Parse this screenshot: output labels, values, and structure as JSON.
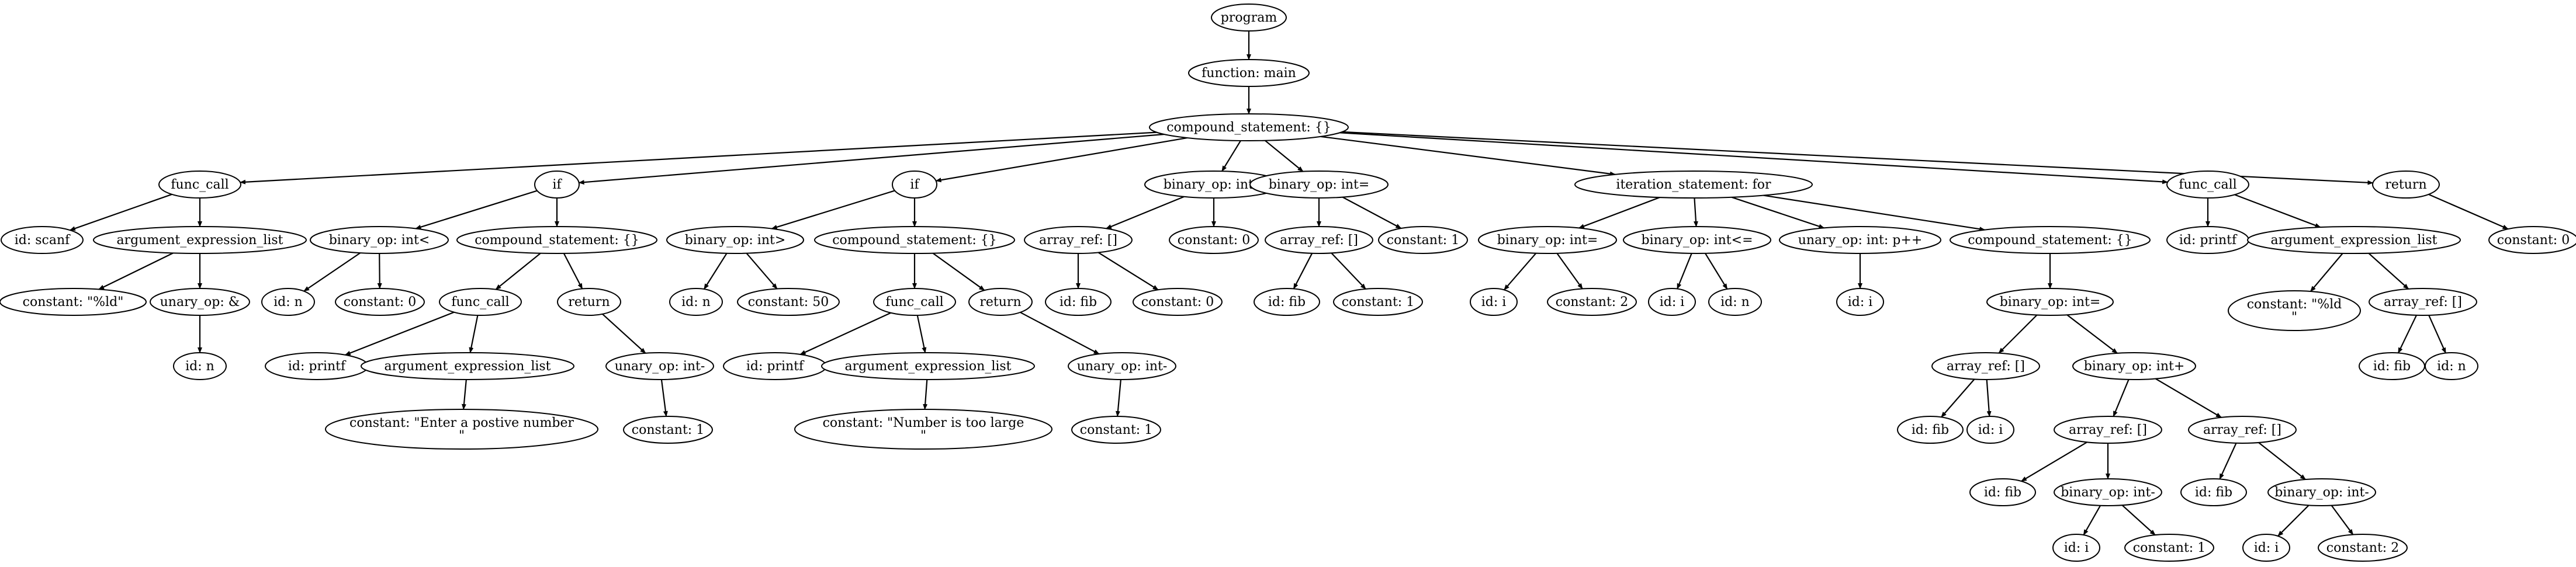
{
  "tree": {
    "nodes": [
      {
        "id": "n0",
        "label": "program"
      },
      {
        "id": "n1",
        "label": "function: main"
      },
      {
        "id": "n2",
        "label": "compound_statement: {}"
      },
      {
        "id": "n3",
        "label": "func_call"
      },
      {
        "id": "n4",
        "label": "if"
      },
      {
        "id": "n5",
        "label": "if"
      },
      {
        "id": "n6",
        "label": "binary_op: int="
      },
      {
        "id": "n7",
        "label": "binary_op: int="
      },
      {
        "id": "n8",
        "label": "iteration_statement: for"
      },
      {
        "id": "n9",
        "label": "func_call"
      },
      {
        "id": "n10",
        "label": "return"
      },
      {
        "id": "n11",
        "label": "id: scanf"
      },
      {
        "id": "n12",
        "label": "argument_expression_list"
      },
      {
        "id": "n13",
        "label": "binary_op: int<"
      },
      {
        "id": "n14",
        "label": "compound_statement: {}"
      },
      {
        "id": "n15",
        "label": "binary_op: int>"
      },
      {
        "id": "n16",
        "label": "compound_statement: {}"
      },
      {
        "id": "n17",
        "label": "array_ref: []"
      },
      {
        "id": "n18",
        "label": "constant: 0"
      },
      {
        "id": "n19",
        "label": "array_ref: []"
      },
      {
        "id": "n20",
        "label": "constant: 1"
      },
      {
        "id": "n21",
        "label": "binary_op: int="
      },
      {
        "id": "n22",
        "label": "binary_op: int<="
      },
      {
        "id": "n23",
        "label": "unary_op: int: p++"
      },
      {
        "id": "n24",
        "label": "compound_statement: {}"
      },
      {
        "id": "n25",
        "label": "id: printf"
      },
      {
        "id": "n26",
        "label": "argument_expression_list"
      },
      {
        "id": "n27",
        "label": "constant: 0"
      },
      {
        "id": "n28",
        "label": "constant: \"%ld\""
      },
      {
        "id": "n29",
        "label": "unary_op: &"
      },
      {
        "id": "n30",
        "label": "id: n"
      },
      {
        "id": "n31",
        "label": "constant: 0"
      },
      {
        "id": "n32",
        "label": "func_call"
      },
      {
        "id": "n33",
        "label": "return"
      },
      {
        "id": "n34",
        "label": "id: n"
      },
      {
        "id": "n35",
        "label": "constant: 50"
      },
      {
        "id": "n36",
        "label": "func_call"
      },
      {
        "id": "n37",
        "label": "return"
      },
      {
        "id": "n38",
        "label": "id: fib"
      },
      {
        "id": "n39",
        "label": "constant: 0"
      },
      {
        "id": "n40",
        "label": "id: fib"
      },
      {
        "id": "n41",
        "label": "constant: 1"
      },
      {
        "id": "n42",
        "label": "id: i"
      },
      {
        "id": "n43",
        "label": "constant: 2"
      },
      {
        "id": "n44",
        "label": "id: i"
      },
      {
        "id": "n45",
        "label": "id: n"
      },
      {
        "id": "n46",
        "label": "id: i"
      },
      {
        "id": "n47",
        "label": "binary_op: int="
      },
      {
        "id": "n48",
        "label": "constant: \"%ld\n\""
      },
      {
        "id": "n49",
        "label": "array_ref: []"
      },
      {
        "id": "n50",
        "label": "id: n"
      },
      {
        "id": "n51",
        "label": "id: printf"
      },
      {
        "id": "n52",
        "label": "argument_expression_list"
      },
      {
        "id": "n53",
        "label": "unary_op: int-"
      },
      {
        "id": "n54",
        "label": "id: printf"
      },
      {
        "id": "n55",
        "label": "argument_expression_list"
      },
      {
        "id": "n56",
        "label": "unary_op: int-"
      },
      {
        "id": "n57",
        "label": "array_ref: []"
      },
      {
        "id": "n58",
        "label": "binary_op: int+"
      },
      {
        "id": "n59",
        "label": "id: fib"
      },
      {
        "id": "n60",
        "label": "id: n"
      },
      {
        "id": "n61",
        "label": "constant: \"Enter a postive number\n\""
      },
      {
        "id": "n62",
        "label": "constant: 1"
      },
      {
        "id": "n63",
        "label": "constant: \"Number is too large\n\""
      },
      {
        "id": "n64",
        "label": "constant: 1"
      },
      {
        "id": "n65",
        "label": "id: fib"
      },
      {
        "id": "n66",
        "label": "id: i"
      },
      {
        "id": "n67",
        "label": "array_ref: []"
      },
      {
        "id": "n68",
        "label": "array_ref: []"
      },
      {
        "id": "n69",
        "label": "id: fib"
      },
      {
        "id": "n70",
        "label": "binary_op: int-"
      },
      {
        "id": "n71",
        "label": "id: fib"
      },
      {
        "id": "n72",
        "label": "binary_op: int-"
      },
      {
        "id": "n73",
        "label": "id: i"
      },
      {
        "id": "n74",
        "label": "constant: 1"
      },
      {
        "id": "n75",
        "label": "id: i"
      },
      {
        "id": "n76",
        "label": "constant: 2"
      }
    ],
    "edges": [
      [
        "n0",
        "n1"
      ],
      [
        "n1",
        "n2"
      ],
      [
        "n2",
        "n3"
      ],
      [
        "n2",
        "n4"
      ],
      [
        "n2",
        "n5"
      ],
      [
        "n2",
        "n6"
      ],
      [
        "n2",
        "n7"
      ],
      [
        "n2",
        "n8"
      ],
      [
        "n2",
        "n9"
      ],
      [
        "n2",
        "n10"
      ],
      [
        "n3",
        "n11"
      ],
      [
        "n3",
        "n12"
      ],
      [
        "n4",
        "n13"
      ],
      [
        "n4",
        "n14"
      ],
      [
        "n5",
        "n15"
      ],
      [
        "n5",
        "n16"
      ],
      [
        "n6",
        "n17"
      ],
      [
        "n6",
        "n18"
      ],
      [
        "n7",
        "n19"
      ],
      [
        "n7",
        "n20"
      ],
      [
        "n8",
        "n21"
      ],
      [
        "n8",
        "n22"
      ],
      [
        "n8",
        "n23"
      ],
      [
        "n8",
        "n24"
      ],
      [
        "n9",
        "n25"
      ],
      [
        "n9",
        "n26"
      ],
      [
        "n10",
        "n27"
      ],
      [
        "n12",
        "n28"
      ],
      [
        "n12",
        "n29"
      ],
      [
        "n13",
        "n30"
      ],
      [
        "n13",
        "n31"
      ],
      [
        "n14",
        "n32"
      ],
      [
        "n14",
        "n33"
      ],
      [
        "n15",
        "n34"
      ],
      [
        "n15",
        "n35"
      ],
      [
        "n16",
        "n36"
      ],
      [
        "n16",
        "n37"
      ],
      [
        "n17",
        "n38"
      ],
      [
        "n17",
        "n39"
      ],
      [
        "n19",
        "n40"
      ],
      [
        "n19",
        "n41"
      ],
      [
        "n21",
        "n42"
      ],
      [
        "n21",
        "n43"
      ],
      [
        "n22",
        "n44"
      ],
      [
        "n22",
        "n45"
      ],
      [
        "n23",
        "n46"
      ],
      [
        "n24",
        "n47"
      ],
      [
        "n26",
        "n48"
      ],
      [
        "n26",
        "n49"
      ],
      [
        "n29",
        "n50"
      ],
      [
        "n32",
        "n51"
      ],
      [
        "n32",
        "n52"
      ],
      [
        "n33",
        "n53"
      ],
      [
        "n36",
        "n54"
      ],
      [
        "n36",
        "n55"
      ],
      [
        "n37",
        "n56"
      ],
      [
        "n47",
        "n57"
      ],
      [
        "n47",
        "n58"
      ],
      [
        "n49",
        "n59"
      ],
      [
        "n49",
        "n60"
      ],
      [
        "n52",
        "n61"
      ],
      [
        "n53",
        "n62"
      ],
      [
        "n55",
        "n63"
      ],
      [
        "n56",
        "n64"
      ],
      [
        "n57",
        "n65"
      ],
      [
        "n57",
        "n66"
      ],
      [
        "n58",
        "n67"
      ],
      [
        "n58",
        "n68"
      ],
      [
        "n67",
        "n69"
      ],
      [
        "n67",
        "n70"
      ],
      [
        "n68",
        "n71"
      ],
      [
        "n68",
        "n72"
      ],
      [
        "n70",
        "n73"
      ],
      [
        "n70",
        "n74"
      ],
      [
        "n72",
        "n75"
      ],
      [
        "n72",
        "n76"
      ]
    ]
  }
}
